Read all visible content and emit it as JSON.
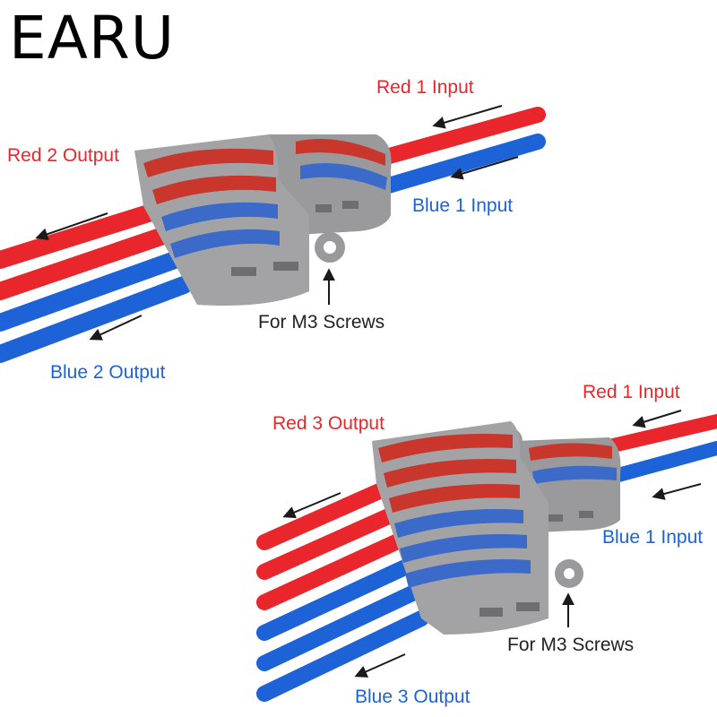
{
  "brand": "EARU",
  "colors": {
    "red_wire": "#e8262b",
    "blue_wire": "#1e62d8",
    "red_lever": "#c8362c",
    "blue_lever": "#3b6ac8",
    "housing": "#9a9a9d",
    "label_red": "#e8262b",
    "label_blue": "#1e62d8",
    "label_black": "#222222"
  },
  "top_panel": {
    "red_input": "Red 1 Input",
    "blue_input": "Blue 1 Input",
    "red_output": "Red 2 Output",
    "blue_output": "Blue 2 Output",
    "screw_note": "For M3 Screws"
  },
  "bottom_panel": {
    "red_input": "Red 1 Input",
    "blue_input": "Blue 1 Input",
    "red_output": "Red 3 Output",
    "blue_output": "Blue 3 Output",
    "screw_note": "For M3 Screws"
  }
}
